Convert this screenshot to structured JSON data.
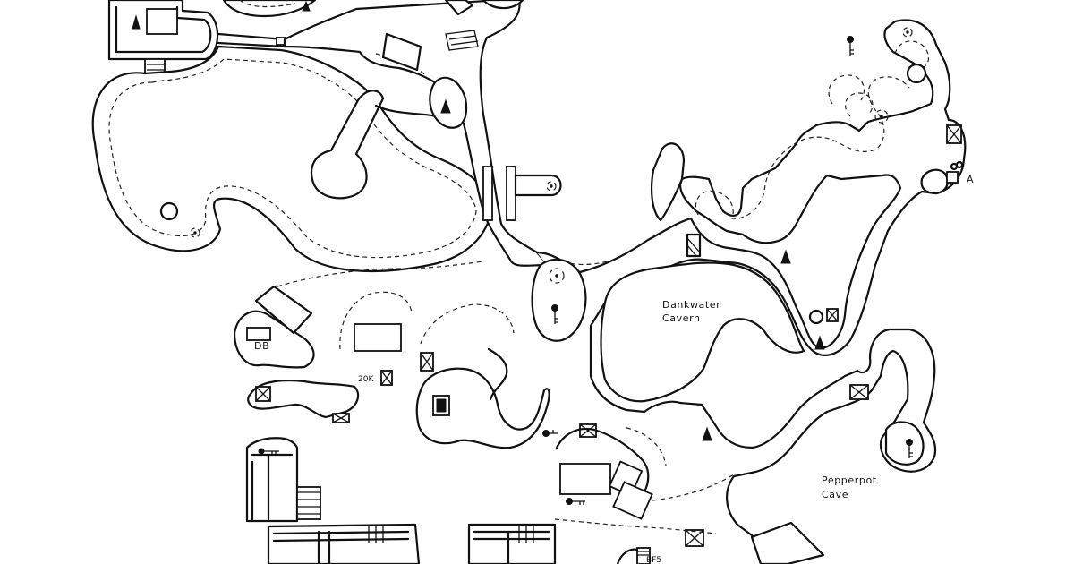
{
  "map": {
    "background_color": "#ffffff",
    "ink_color": "#111111",
    "labels": {
      "dankwater_line1": "Dankwater",
      "dankwater_line2": "Cavern",
      "pepperpot_line1": "Pepperpot",
      "pepperpot_line2": "Cave",
      "marker_a": "A",
      "marker_db": "DB",
      "marker_20k": "20K",
      "marker_bf5": "BF5"
    },
    "symbols": {
      "triangle": "stalagmite-icon",
      "key": "key-icon",
      "crate": "crate-icon",
      "pool": "pool-icon",
      "stairs": "stairs-icon"
    }
  }
}
